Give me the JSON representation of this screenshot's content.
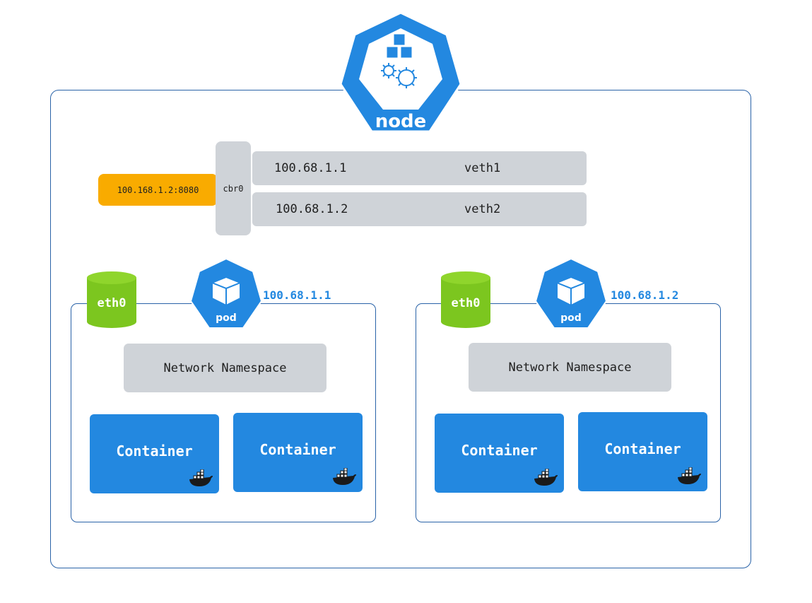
{
  "node": {
    "label": "node"
  },
  "bridge": {
    "label": "cbr0"
  },
  "service": {
    "address": "100.168.1.2:8080"
  },
  "veths": [
    {
      "ip": "100.68.1.1",
      "iface": "veth1"
    },
    {
      "ip": "100.68.1.2",
      "iface": "veth2"
    }
  ],
  "pods": [
    {
      "badge": "pod",
      "ip": "100.68.1.1",
      "eth": "eth0",
      "namespace": "Network Namespace",
      "containers": [
        "Container",
        "Container"
      ]
    },
    {
      "badge": "pod",
      "ip": "100.68.1.2",
      "eth": "eth0",
      "namespace": "Network Namespace",
      "containers": [
        "Container",
        "Container"
      ]
    }
  ],
  "colors": {
    "kubernetes_blue": "#2388e0",
    "frame_blue": "#2a63a8",
    "gray": "#cfd3d8",
    "service_orange": "#f9ab00",
    "eth_green": "#7cc61f"
  }
}
